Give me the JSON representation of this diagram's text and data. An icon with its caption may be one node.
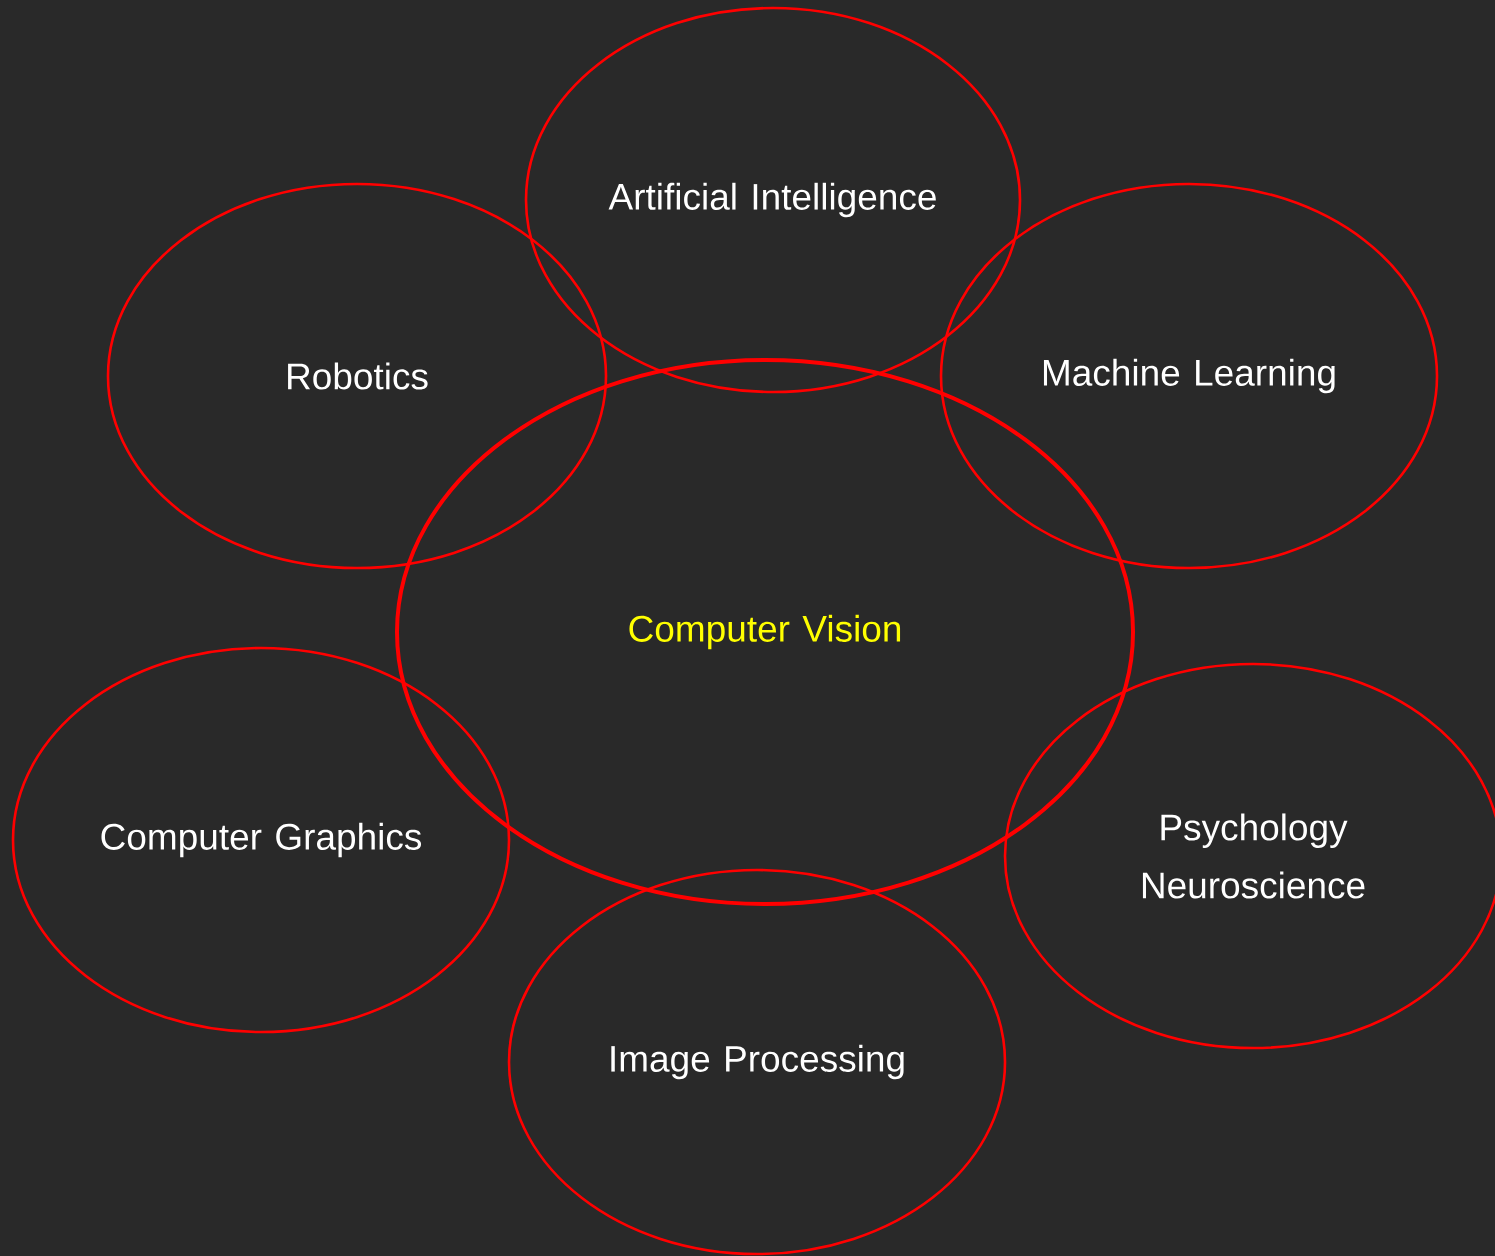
{
  "diagram": {
    "nodes": [
      {
        "text": [
          "Artificial Intelligence"
        ]
      },
      {
        "text": [
          "Robotics"
        ]
      },
      {
        "text": [
          "Machine Learning"
        ]
      },
      {
        "text": [
          "Computer Vision"
        ]
      },
      {
        "text": [
          "Computer Graphics"
        ]
      },
      {
        "text": [
          "Psychology Neuroscience"
        ]
      },
      {
        "text": [
          "Image Processing"
        ]
      }
    ]
  }
}
